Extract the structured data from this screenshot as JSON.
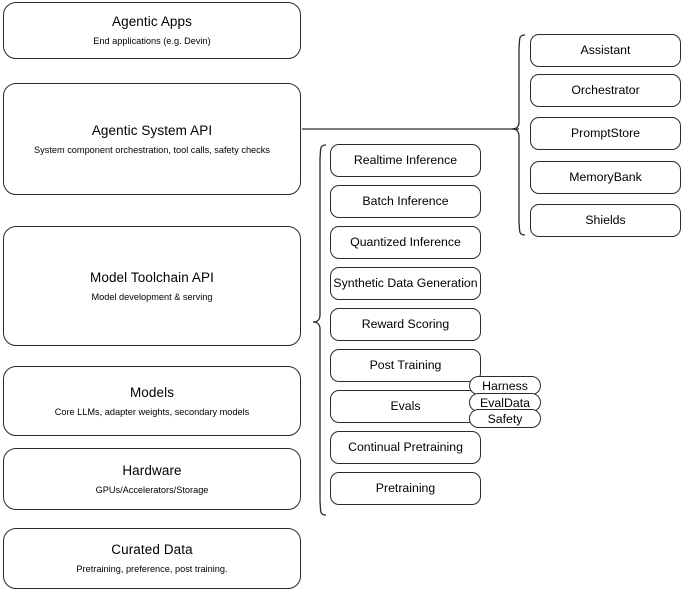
{
  "diagram": {
    "title": "Agentic AI stack layers and capabilities",
    "stroke_color": "#2b2b2b",
    "background_color": "#ffffff"
  },
  "layers": [
    {
      "title": "Agentic Apps",
      "subtitle": "End applications (e.g. Devin)"
    },
    {
      "title": "Agentic System API",
      "subtitle": "System component orchestration, tool calls, safety checks"
    },
    {
      "title": "Model Toolchain API",
      "subtitle": "Model development & serving"
    },
    {
      "title": "Models",
      "subtitle": "Core LLMs, adapter weights, secondary models"
    },
    {
      "title": "Hardware",
      "subtitle": "GPUs/Accelerators/Storage"
    },
    {
      "title": "Curated Data",
      "subtitle": "Pretraining, preference, post training."
    }
  ],
  "toolchain_capabilities": [
    {
      "label": "Realtime Inference"
    },
    {
      "label": "Batch Inference"
    },
    {
      "label": "Quantized Inference"
    },
    {
      "label": "Synthetic Data Generation"
    },
    {
      "label": "Reward Scoring"
    },
    {
      "label": "Post Training"
    },
    {
      "label": "Evals"
    },
    {
      "label": "Continual Pretraining"
    },
    {
      "label": "Pretraining"
    }
  ],
  "system_components": [
    {
      "label": "Assistant"
    },
    {
      "label": "Orchestrator"
    },
    {
      "label": "PromptStore"
    },
    {
      "label": "MemoryBank"
    },
    {
      "label": "Shields"
    }
  ],
  "evals_tags": [
    {
      "label": "Harness"
    },
    {
      "label": "EvalData"
    },
    {
      "label": "Safety"
    }
  ]
}
